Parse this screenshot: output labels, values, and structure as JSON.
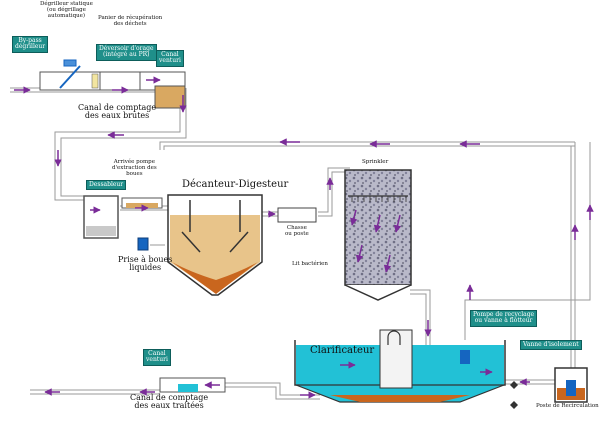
{
  "labels": {
    "degrilleur": "Dégrilleur statique\n(ou dégrillage\nautomatique)",
    "panier": "Panier de récupération\ndes déchets",
    "canal_brutes": "Canal de comptage\ndes eaux brutes",
    "arrivee_pompe": "Arrivée pompe\nd'extraction des\nboues",
    "decanteur": "Décanteur-Digesteur",
    "sprinkler": "Sprinkler",
    "chasse": "Chasse\nou poste",
    "lit": "Lit bactérien",
    "prise_boues": "Prise à boues\nliquides",
    "clarificateur": "Clarificateur",
    "canal_traitees": "Canal de comptage\ndes eaux traitées",
    "poste_recirc": "Poste de Recirculation"
  },
  "boxes": {
    "bypass": "By-pass\ndégrilleur",
    "deversoir": "Déversoir d'orage\n(intégré au PR)",
    "canal_venturi_top": "Canal\nventuri",
    "dessableur": "Dessableur",
    "pompe_recyclage": "Pompe de recyclage\nou vanne à flotteur",
    "vanne_isolement": "Vanne d'isolement",
    "canal_venturi_bottom": "Canal\nventuri"
  },
  "colors": {
    "water": "#22c1d6",
    "sludge": "#c9661e",
    "settled": "#e8c48a",
    "pipe": "#8a8a8a",
    "arrow": "#7a2c98",
    "box": "#1f8f8a",
    "media": "#9c9cb0"
  }
}
